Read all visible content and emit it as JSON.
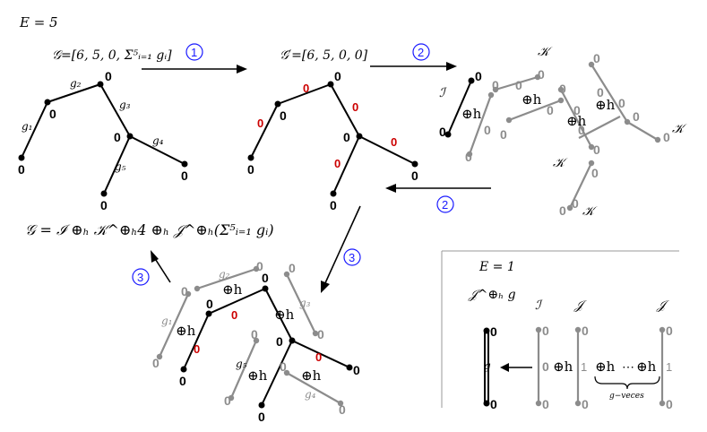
{
  "labels": {
    "e_top": "E = 5",
    "g_vector": "𝒢=[6, 5, 0, Σ⁵ᵢ₌₁ gᵢ]",
    "g_prime_vector": "𝒢′=[6, 5, 0, 0]",
    "k1": "𝒦",
    "k2": "𝒦",
    "k3": "𝒦",
    "k4": "𝒦",
    "i1": "ℐ",
    "formula": "𝒢 = ℐ ⊕ₕ 𝒦^⊕ₕ4 ⊕ₕ 𝒥^⊕ₕ(Σ⁵ᵢ₌₁ gᵢ)",
    "e_box": "E = 1",
    "j_pow": "𝒥^⊕ₕ g",
    "box_i": "ℐ",
    "box_j1": "𝒥",
    "box_j2": "𝒥",
    "g_edge": "g",
    "g_veces": "g−veces",
    "one_a": "1",
    "one_b": "1"
  },
  "steps": {
    "s1": "1",
    "s2a": "2",
    "s2b": "2",
    "s3a": "3",
    "s3b": "3"
  },
  "edge_labels": {
    "a": [
      "g₁",
      "g₂",
      "g₃",
      "g₄",
      "g₅"
    ],
    "c": [
      "g₁",
      "g₂",
      "g₃",
      "g₄",
      "g₅"
    ]
  },
  "zero": "0",
  "oplus_h": "⊕h",
  "colors": {
    "black": "#000000",
    "gray": "#8c8c8c",
    "red": "#cc0000",
    "step_blue": "#1a1aff"
  }
}
